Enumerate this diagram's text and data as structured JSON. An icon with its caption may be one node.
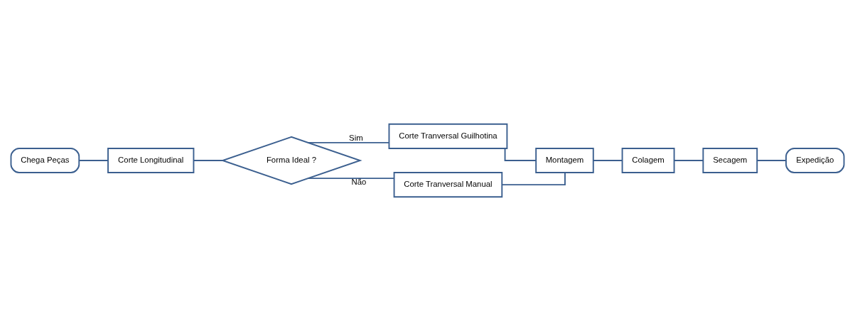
{
  "diagram": {
    "nodes": [
      {
        "text": [
          "Chega Peças"
        ]
      },
      {
        "text": [
          "Corte Longitudinal"
        ]
      },
      {
        "text": [
          "Forma Ideal ?"
        ]
      },
      {
        "text": [
          "Corte Tranversal Guilhotina"
        ]
      },
      {
        "text": [
          "Corte Tranversal Manual"
        ]
      },
      {
        "text": [
          "Montagem"
        ]
      },
      {
        "text": [
          "Colagem"
        ]
      },
      {
        "text": [
          "Secagem"
        ]
      },
      {
        "text": [
          "Expedição"
        ]
      }
    ],
    "edges": [
      {
        "from": 0,
        "to": 1,
        "arrow": "none"
      },
      {
        "from": 1,
        "to": 2,
        "arrow": "none"
      },
      {
        "from": 2,
        "to": 3,
        "arrow": "none",
        "label": "Sim"
      },
      {
        "from": 2,
        "to": 4,
        "arrow": "none",
        "label": "Não"
      },
      {
        "from": 3,
        "to": 5,
        "arrow": "none"
      },
      {
        "from": 4,
        "to": 5,
        "arrow": "none"
      },
      {
        "from": 5,
        "to": 6,
        "arrow": "none"
      },
      {
        "from": 6,
        "to": 7,
        "arrow": "none"
      },
      {
        "from": 7,
        "to": 8,
        "arrow": "none"
      }
    ]
  }
}
